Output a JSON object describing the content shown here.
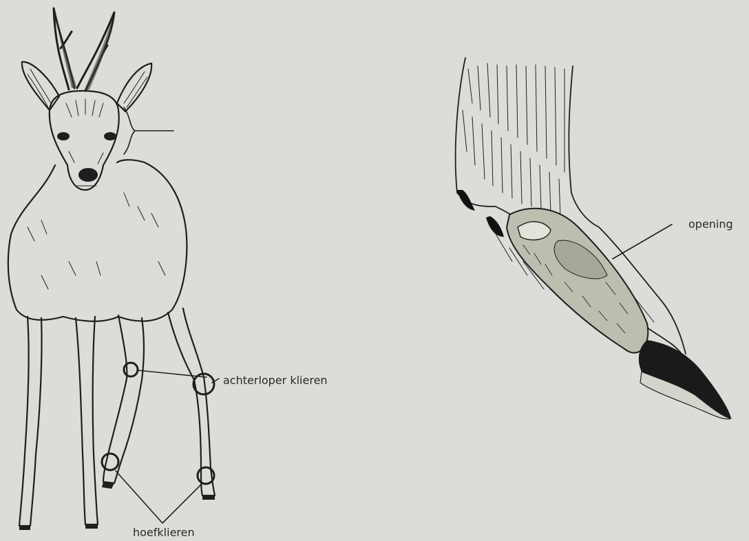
{
  "labels": {
    "achterloper": "achterloper klieren",
    "hoef": "hoefklieren",
    "opening": "opening"
  },
  "colors": {
    "background": "#dcddd8",
    "ink": "#1e1e1e",
    "hoof": "#1a1a1a",
    "gland": "#bdbdb0"
  }
}
